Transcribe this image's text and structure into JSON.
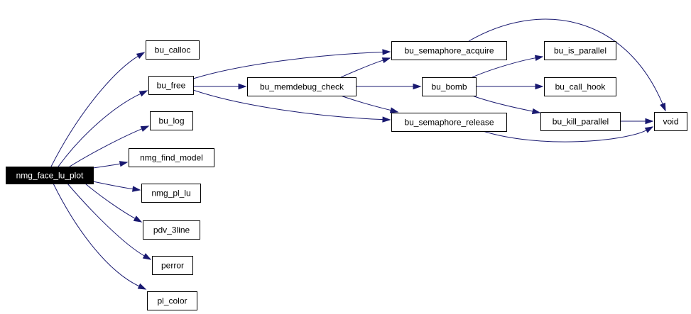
{
  "graph": {
    "edge_color": "#191970",
    "nodes": [
      {
        "id": "nmg_face_lu_plot",
        "label": "nmg_face_lu_plot",
        "root": true
      },
      {
        "id": "bu_calloc",
        "label": "bu_calloc"
      },
      {
        "id": "bu_free",
        "label": "bu_free"
      },
      {
        "id": "bu_log",
        "label": "bu_log"
      },
      {
        "id": "nmg_find_model",
        "label": "nmg_find_model"
      },
      {
        "id": "nmg_pl_lu",
        "label": "nmg_pl_lu"
      },
      {
        "id": "pdv_3line",
        "label": "pdv_3line"
      },
      {
        "id": "perror",
        "label": "perror"
      },
      {
        "id": "pl_color",
        "label": "pl_color"
      },
      {
        "id": "bu_memdebug_check",
        "label": "bu_memdebug_check"
      },
      {
        "id": "bu_semaphore_acquire",
        "label": "bu_semaphore_acquire"
      },
      {
        "id": "bu_semaphore_release",
        "label": "bu_semaphore_release"
      },
      {
        "id": "bu_bomb",
        "label": "bu_bomb"
      },
      {
        "id": "bu_is_parallel",
        "label": "bu_is_parallel"
      },
      {
        "id": "bu_call_hook",
        "label": "bu_call_hook"
      },
      {
        "id": "bu_kill_parallel",
        "label": "bu_kill_parallel"
      },
      {
        "id": "void",
        "label": "void"
      }
    ],
    "edges": [
      {
        "from": "nmg_face_lu_plot",
        "to": "bu_calloc"
      },
      {
        "from": "nmg_face_lu_plot",
        "to": "bu_free"
      },
      {
        "from": "nmg_face_lu_plot",
        "to": "bu_log"
      },
      {
        "from": "nmg_face_lu_plot",
        "to": "nmg_find_model"
      },
      {
        "from": "nmg_face_lu_plot",
        "to": "nmg_pl_lu"
      },
      {
        "from": "nmg_face_lu_plot",
        "to": "pdv_3line"
      },
      {
        "from": "nmg_face_lu_plot",
        "to": "perror"
      },
      {
        "from": "nmg_face_lu_plot",
        "to": "pl_color"
      },
      {
        "from": "bu_free",
        "to": "bu_semaphore_acquire"
      },
      {
        "from": "bu_free",
        "to": "bu_memdebug_check"
      },
      {
        "from": "bu_free",
        "to": "bu_semaphore_release"
      },
      {
        "from": "bu_memdebug_check",
        "to": "bu_semaphore_acquire"
      },
      {
        "from": "bu_memdebug_check",
        "to": "bu_bomb"
      },
      {
        "from": "bu_memdebug_check",
        "to": "bu_semaphore_release"
      },
      {
        "from": "bu_semaphore_acquire",
        "to": "void"
      },
      {
        "from": "bu_semaphore_release",
        "to": "void"
      },
      {
        "from": "bu_bomb",
        "to": "bu_is_parallel"
      },
      {
        "from": "bu_bomb",
        "to": "bu_call_hook"
      },
      {
        "from": "bu_bomb",
        "to": "bu_kill_parallel"
      },
      {
        "from": "bu_kill_parallel",
        "to": "void"
      }
    ]
  }
}
